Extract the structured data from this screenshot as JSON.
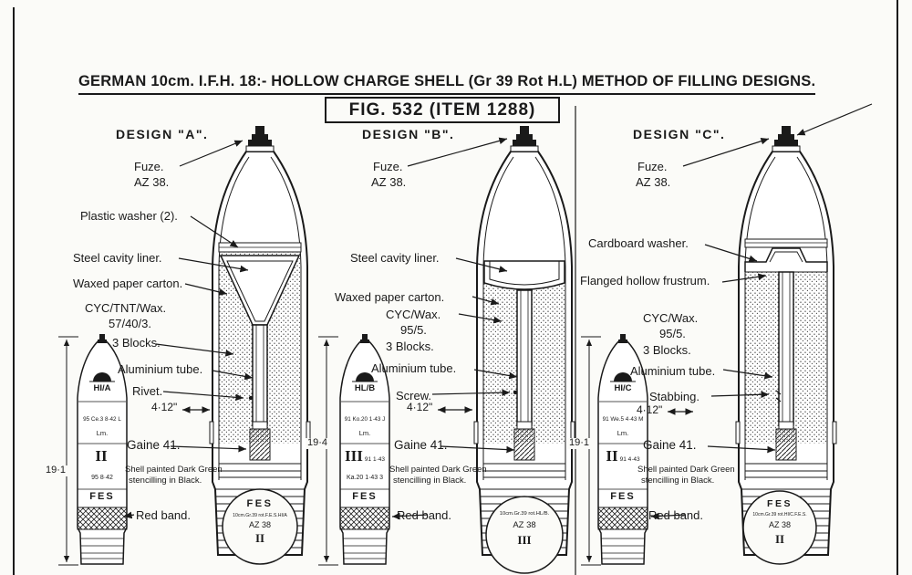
{
  "page": {
    "title": "GERMAN 10cm. I.F.H. 18:- HOLLOW CHARGE SHELL (Gr 39 Rot H.L) METHOD OF FILLING DESIGNS.",
    "figure_caption": "FIG. 532 (ITEM 1288)"
  },
  "designs": [
    {
      "id": "A",
      "heading": "DESIGN \"A\".",
      "labels": {
        "fuze_1": "Fuze.",
        "fuze_2": "AZ 38.",
        "washer": "Plastic washer (2).",
        "cavity_liner": "Steel cavity liner.",
        "carton": "Waxed paper carton.",
        "filling_1": "CYC/TNT/Wax.",
        "filling_2": "57/40/3.",
        "blocks": "3 Blocks.",
        "tube": "Aluminium tube.",
        "fixing": "Rivet.",
        "tube_dim": "4·12\"",
        "gaine": "Gaine 41.",
        "paint_note_1": "Shell painted Dark Green",
        "paint_note_2": "stencilling in Black.",
        "red_band": "Red band.",
        "length_dim": "19·1"
      },
      "stencil": {
        "code": "HI/A",
        "line1": "95 Ce.3 8·42 L",
        "lm": "Lm.",
        "numeral": "II",
        "side": "",
        "sub": "95 8·42",
        "fes": "FES"
      },
      "base_stamp": {
        "line1": "FES",
        "line2": "10cm.Gr.39 rot.F.E.S.HI/A",
        "line3": "AZ 38",
        "line4": "II"
      }
    },
    {
      "id": "B",
      "heading": "DESIGN \"B\".",
      "labels": {
        "fuze_1": "Fuze.",
        "fuze_2": "AZ 38.",
        "cavity_liner": "Steel cavity liner.",
        "carton": "Waxed paper carton.",
        "filling_1": "CYC/Wax.",
        "filling_2": "95/5.",
        "blocks": "3 Blocks.",
        "tube": "Aluminium tube.",
        "fixing": "Screw.",
        "tube_dim": "4·12\"",
        "gaine": "Gaine 41.",
        "paint_note_1": "Shell painted Dark Green",
        "paint_note_2": "stencilling in Black.",
        "red_band": "Red band.",
        "length_dim": "19·4"
      },
      "stencil": {
        "code": "HL/B",
        "line1": "91 Ko.20 1·43 J",
        "lm": "Lm.",
        "numeral": "III",
        "side": "91 1·43",
        "sub": "Ka.20 1·43 3",
        "fes": "FES"
      },
      "base_stamp": {
        "line1": "10cm.Gr.39 rot.HL/B.",
        "line2": "AZ 38",
        "line3": "III"
      }
    },
    {
      "id": "C",
      "heading": "DESIGN \"C\".",
      "labels": {
        "fuze_1": "Fuze.",
        "fuze_2": "AZ 38.",
        "washer": "Cardboard washer.",
        "frustrum": "Flanged hollow frustrum.",
        "filling_1": "CYC/Wax.",
        "filling_2": "95/5.",
        "blocks": "3 Blocks.",
        "tube": "Aluminium tube.",
        "fixing": "Stabbing.",
        "tube_dim": "4·12\"",
        "gaine": "Gaine 41.",
        "paint_note_1": "Shell painted Dark Green",
        "paint_note_2": "stencilling in Black.",
        "red_band": "Red band.",
        "length_dim": "19·1"
      },
      "stencil": {
        "code": "HI/C",
        "line1": "91 We.5 4·43 M",
        "lm": "Lm.",
        "numeral": "II",
        "side": "91 4·43",
        "sub": "",
        "fes": "FES"
      },
      "base_stamp": {
        "line1": "FES",
        "line2": "10cm.Gr.39 rot.HI/C.F.E.S.",
        "line3": "AZ 38",
        "line4": "II"
      }
    }
  ]
}
